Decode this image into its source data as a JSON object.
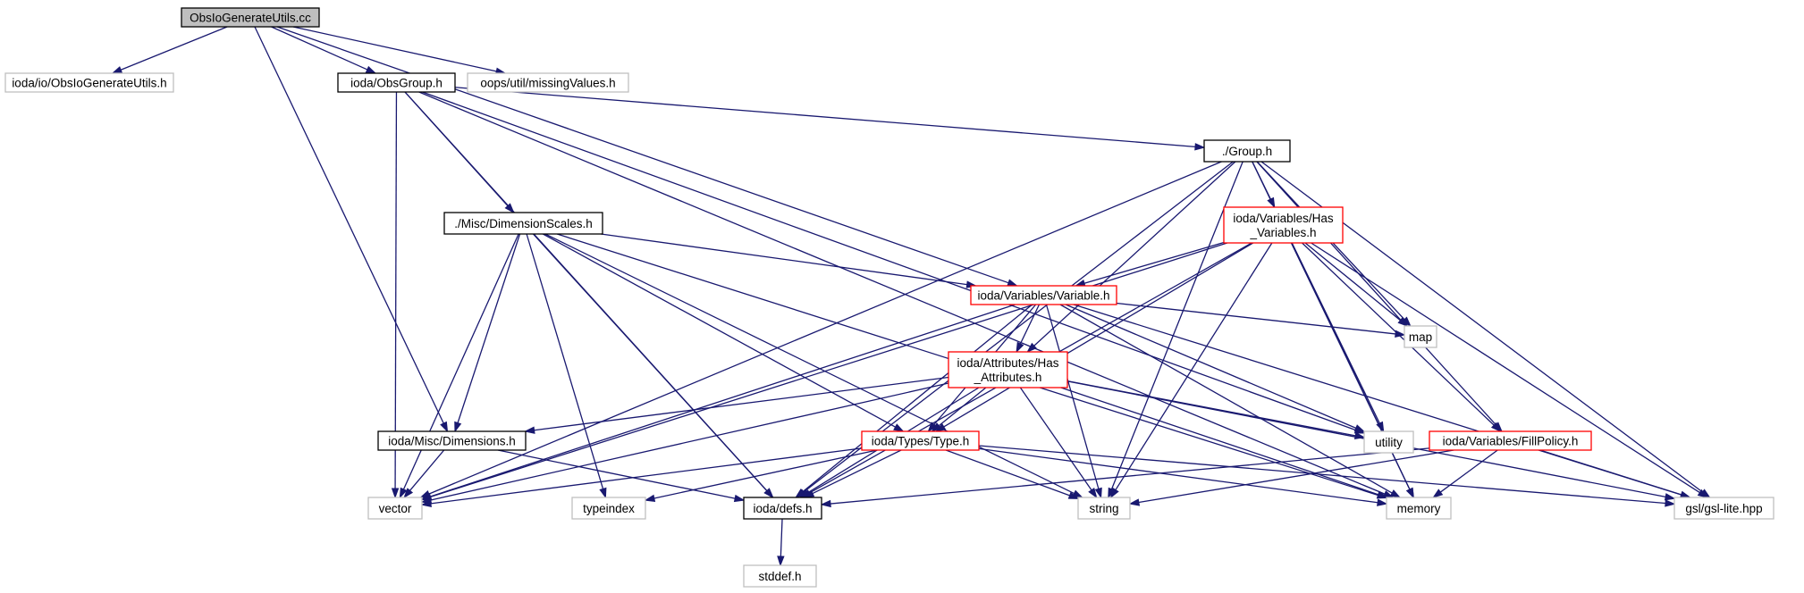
{
  "colors": {
    "edge": "#191970",
    "root_fill": "#bfbfbf",
    "documented_border": "#000000",
    "truncated_border": "#ff0000",
    "undocumented_border": "#bfbfbf",
    "node_fill": "#ffffff"
  },
  "nodes": [
    {
      "id": "root",
      "kind": "root",
      "lines": [
        "ObsIoGenerateUtils.cc"
      ]
    },
    {
      "id": "ioutils_h",
      "kind": "undocumented",
      "lines": [
        "ioda/io/ObsIoGenerateUtils.h"
      ]
    },
    {
      "id": "obsgroup",
      "kind": "documented",
      "lines": [
        "ioda/ObsGroup.h"
      ]
    },
    {
      "id": "missing",
      "kind": "undocumented",
      "lines": [
        "oops/util/missingValues.h"
      ]
    },
    {
      "id": "group",
      "kind": "documented",
      "lines": [
        "./Group.h"
      ]
    },
    {
      "id": "dimscales",
      "kind": "documented",
      "lines": [
        "./Misc/DimensionScales.h"
      ]
    },
    {
      "id": "hasvars",
      "kind": "truncated",
      "lines": [
        "ioda/Variables/Has",
        "_Variables.h"
      ]
    },
    {
      "id": "variable",
      "kind": "truncated",
      "lines": [
        "ioda/Variables/Variable.h"
      ]
    },
    {
      "id": "hasattrs",
      "kind": "truncated",
      "lines": [
        "ioda/Attributes/Has",
        "_Attributes.h"
      ]
    },
    {
      "id": "map",
      "kind": "undocumented",
      "lines": [
        "map"
      ]
    },
    {
      "id": "dims",
      "kind": "documented",
      "lines": [
        "ioda/Misc/Dimensions.h"
      ]
    },
    {
      "id": "type",
      "kind": "truncated",
      "lines": [
        "ioda/Types/Type.h"
      ]
    },
    {
      "id": "utility",
      "kind": "undocumented",
      "lines": [
        "utility"
      ]
    },
    {
      "id": "fillpolicy",
      "kind": "truncated",
      "lines": [
        "ioda/Variables/FillPolicy.h"
      ]
    },
    {
      "id": "vector",
      "kind": "undocumented",
      "lines": [
        "vector"
      ]
    },
    {
      "id": "typeindex",
      "kind": "undocumented",
      "lines": [
        "typeindex"
      ]
    },
    {
      "id": "defs",
      "kind": "documented",
      "lines": [
        "ioda/defs.h"
      ]
    },
    {
      "id": "string",
      "kind": "undocumented",
      "lines": [
        "string"
      ]
    },
    {
      "id": "memory",
      "kind": "undocumented",
      "lines": [
        "memory"
      ]
    },
    {
      "id": "gsl",
      "kind": "undocumented",
      "lines": [
        "gsl/gsl-lite.hpp"
      ]
    },
    {
      "id": "stddef",
      "kind": "undocumented",
      "lines": [
        "stddef.h"
      ]
    }
  ],
  "edges": [
    [
      "root",
      "ioutils_h"
    ],
    [
      "root",
      "obsgroup"
    ],
    [
      "root",
      "missing"
    ],
    [
      "root",
      "variable"
    ],
    [
      "root",
      "dims"
    ],
    [
      "obsgroup",
      "group"
    ],
    [
      "obsgroup",
      "dimscales"
    ],
    [
      "obsgroup",
      "vector"
    ],
    [
      "obsgroup",
      "defs"
    ],
    [
      "obsgroup",
      "utility"
    ],
    [
      "obsgroup",
      "memory"
    ],
    [
      "group",
      "hasvars"
    ],
    [
      "group",
      "hasattrs"
    ],
    [
      "group",
      "map"
    ],
    [
      "group",
      "fillpolicy"
    ],
    [
      "group",
      "vector"
    ],
    [
      "group",
      "defs"
    ],
    [
      "group",
      "string"
    ],
    [
      "group",
      "memory"
    ],
    [
      "group",
      "gsl"
    ],
    [
      "dimscales",
      "variable"
    ],
    [
      "dimscales",
      "dims"
    ],
    [
      "dimscales",
      "type"
    ],
    [
      "dimscales",
      "vector"
    ],
    [
      "dimscales",
      "typeindex"
    ],
    [
      "dimscales",
      "defs"
    ],
    [
      "dimscales",
      "string"
    ],
    [
      "dimscales",
      "memory"
    ],
    [
      "hasvars",
      "variable"
    ],
    [
      "hasvars",
      "type"
    ],
    [
      "hasvars",
      "map"
    ],
    [
      "hasvars",
      "utility"
    ],
    [
      "hasvars",
      "fillpolicy"
    ],
    [
      "hasvars",
      "vector"
    ],
    [
      "hasvars",
      "defs"
    ],
    [
      "hasvars",
      "string"
    ],
    [
      "hasvars",
      "memory"
    ],
    [
      "hasvars",
      "gsl"
    ],
    [
      "variable",
      "hasattrs"
    ],
    [
      "variable",
      "type"
    ],
    [
      "variable",
      "map"
    ],
    [
      "variable",
      "utility"
    ],
    [
      "variable",
      "vector"
    ],
    [
      "variable",
      "defs"
    ],
    [
      "variable",
      "string"
    ],
    [
      "variable",
      "memory"
    ],
    [
      "variable",
      "gsl"
    ],
    [
      "hasattrs",
      "dims"
    ],
    [
      "hasattrs",
      "type"
    ],
    [
      "hasattrs",
      "utility"
    ],
    [
      "hasattrs",
      "vector"
    ],
    [
      "hasattrs",
      "defs"
    ],
    [
      "hasattrs",
      "string"
    ],
    [
      "hasattrs",
      "memory"
    ],
    [
      "hasattrs",
      "gsl"
    ],
    [
      "dims",
      "vector"
    ],
    [
      "dims",
      "defs"
    ],
    [
      "type",
      "vector"
    ],
    [
      "type",
      "typeindex"
    ],
    [
      "type",
      "defs"
    ],
    [
      "type",
      "string"
    ],
    [
      "type",
      "memory"
    ],
    [
      "type",
      "gsl"
    ],
    [
      "fillpolicy",
      "defs"
    ],
    [
      "fillpolicy",
      "string"
    ],
    [
      "fillpolicy",
      "memory"
    ],
    [
      "fillpolicy",
      "gsl"
    ],
    [
      "defs",
      "stddef"
    ]
  ]
}
